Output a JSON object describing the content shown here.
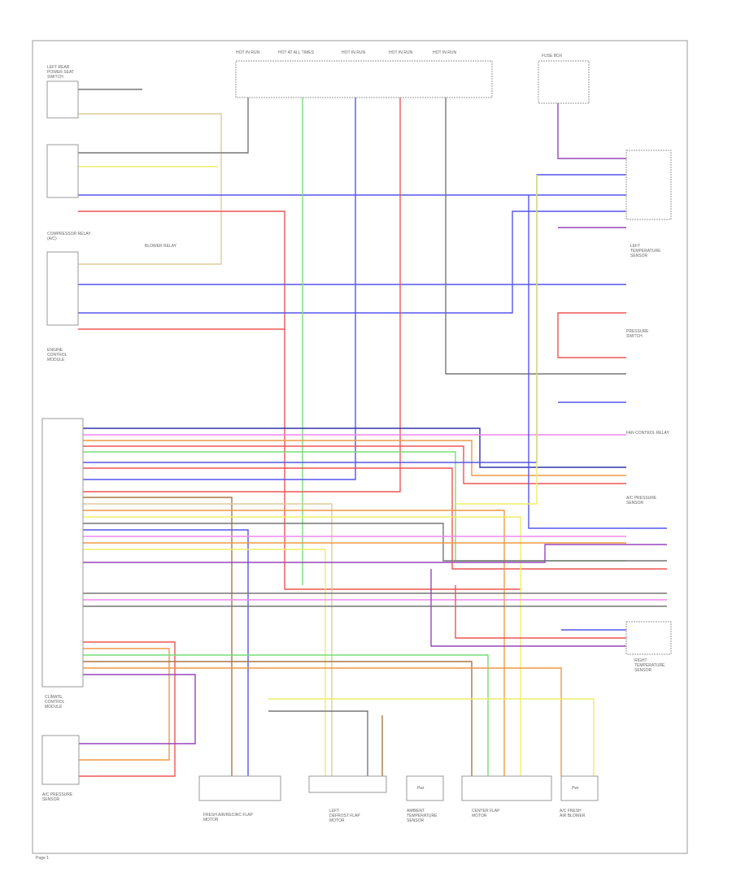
{
  "colors": {
    "blue": "#5555ee",
    "red": "#ee5555",
    "green": "#77dd77",
    "yellow": "#eeee66",
    "orange": "#ee9944",
    "purple": "#9944bb",
    "gray": "#777777",
    "pink": "#ee88ee",
    "brown": "#aa7744",
    "tan": "#ddcc99",
    "navy": "#3333aa"
  },
  "labels": {
    "top_fuses": [
      "HOT IN RUN",
      "HOT AT ALL TIMES",
      "HOT IN RUN",
      "HOT IN RUN",
      "HOT IN RUN"
    ],
    "fuse_box": "FUSE BOX",
    "left_top": "LEFT REAR\nPOWER SEAT\nSWITCH",
    "relay1": "COMPRESSOR RELAY\n(A/C)",
    "relay2": "BLOWER RELAY",
    "engine": "ENGINE\nCONTROL\nMODULE",
    "control_module": "CLIMATE\nCONTROL\nMODULE",
    "sensor_bottom": "A/C PRESSURE\nSENSOR",
    "right1": "LEFT\nTEMPERATURE\nSENSOR",
    "right2": "PRESSURE\nSWITCH",
    "right3": "FAN CONTROL RELAY",
    "right4": "A/C PRESSURE\nSENSOR",
    "right5": "RIGHT\nTEMPERATURE\nSENSOR",
    "bottom": [
      "FRESH AIR/RECIRC FLAP\nMOTOR",
      "LEFT\nDEFROST FLAP\nMOTOR",
      "AMBIENT\nTEMPERATURE\nSENSOR",
      "CENTER FLAP\nMOTOR",
      "A/C FRESH\nAIR BLOWER"
    ],
    "pwr": "Pwr",
    "footer": "Page 1"
  }
}
